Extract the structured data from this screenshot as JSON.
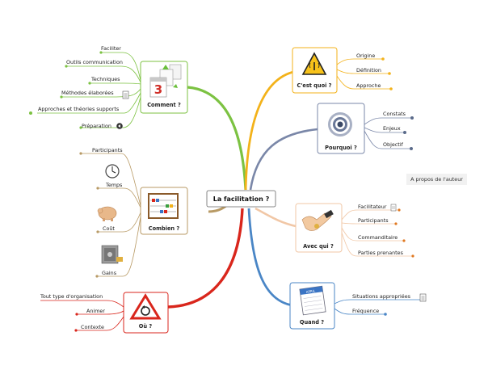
{
  "center": {
    "label": "La facilitation ?"
  },
  "about": {
    "label": "A propos de l'auteur"
  },
  "branches": {
    "comment": {
      "label": "Comment ?",
      "children": [
        "Faciliter",
        "Outils communication",
        "Techniques",
        "Méthodes élaborées",
        "Approches et théories supports",
        "Préparation"
      ]
    },
    "combien": {
      "label": "Combien ?",
      "children": [
        "Participants",
        "Temps",
        "Coût",
        "Gains"
      ]
    },
    "ou": {
      "label": "Où ?",
      "children": [
        "Tout type d'organisation",
        "Animer",
        "Contexte"
      ]
    },
    "cestquoi": {
      "label": "C'est quoi ?",
      "children": [
        "Origine",
        "Définition",
        "Approche"
      ]
    },
    "pourquoi": {
      "label": "Pourquoi ?",
      "children": [
        "Constats",
        "Enjeux",
        "Objectif"
      ]
    },
    "avecqui": {
      "label": "Avec qui ?",
      "children": [
        "Facilitateur",
        "Participants",
        "Commanditaire",
        "Parties prenantes"
      ]
    },
    "quand": {
      "label": "Quand ?",
      "children": [
        "Situations appropriées",
        "Fréquence"
      ]
    }
  },
  "icons": {
    "calendar_day": "3",
    "calendar_month": "APRIL"
  },
  "colors": {
    "comment": "#7cc242",
    "combien": "#a88a55",
    "ou": "#d9261c",
    "cestquoi": "#f3b21a",
    "pourquoi": "#7a87a8",
    "avecqui": "#f1c7a6",
    "quand": "#4a86c6"
  }
}
